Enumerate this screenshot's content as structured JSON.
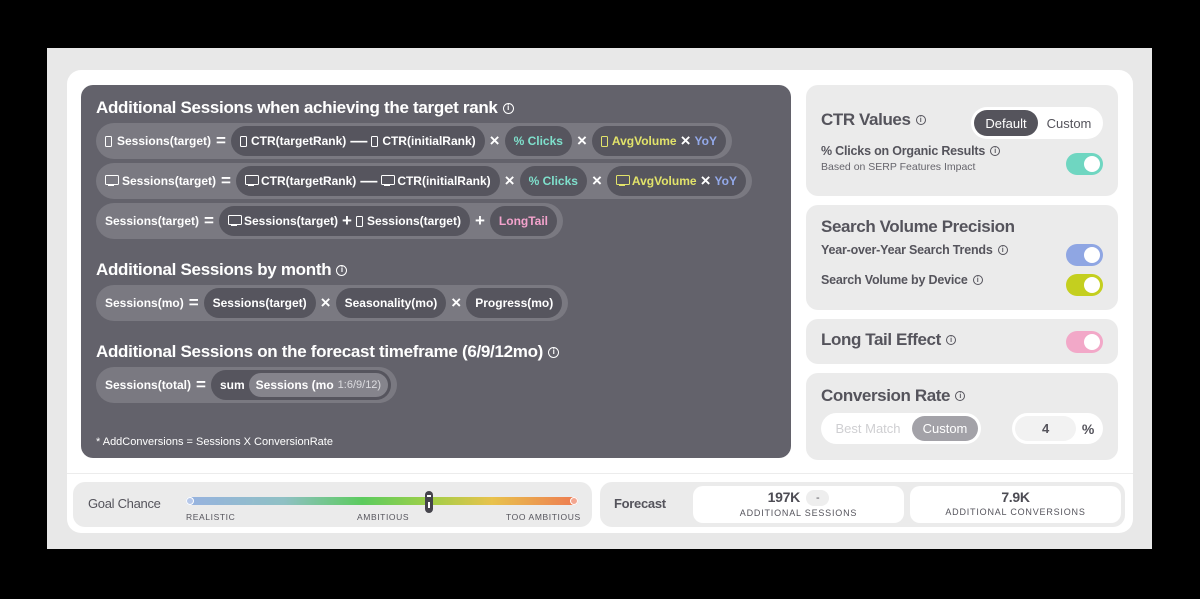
{
  "formula": {
    "section1": {
      "title": "Additional Sessions when achieving the target rank",
      "mobile_row": {
        "lhs": "Sessions(target)",
        "eq": "=",
        "ctr_target": "CTR(targetRank)",
        "minus": "—",
        "ctr_initial": "CTR(initialRank)",
        "times1": "×",
        "clicks": "% Clicks",
        "times2": "×",
        "avg_volume": "AvgVolume",
        "times3": "×",
        "yoy": "YoY"
      },
      "desktop_row": {
        "lhs": "Sessions(target)",
        "eq": "=",
        "ctr_target": "CTR(targetRank)",
        "minus": "—",
        "ctr_initial": "CTR(initialRank)",
        "times1": "×",
        "clicks": "% Clicks",
        "times2": "×",
        "avg_volume": "AvgVolume",
        "times3": "×",
        "yoy": "YoY"
      },
      "total_row": {
        "lhs": "Sessions(target)",
        "eq": "=",
        "desktop_sessions": "Sessions(target)",
        "plus1": "+",
        "mobile_sessions": "Sessions(target)",
        "plus2": "+",
        "long_tail": "LongTail"
      }
    },
    "section2": {
      "title": "Additional Sessions by month",
      "row": {
        "lhs": "Sessions(mo)",
        "eq": "=",
        "sessions": "Sessions(target)",
        "times1": "×",
        "seasonality": "Seasonality(mo)",
        "times2": "×",
        "progress": "Progress(mo)"
      }
    },
    "section3": {
      "title": "Additional Sessions on the forecast timeframe (6/9/12mo)",
      "row": {
        "lhs": "Sessions(total)",
        "eq": "=",
        "sum": "sum",
        "sessions": "Sessions (mo",
        "range": "1:6/9/12)"
      }
    },
    "footnote": "* AddConversions = Sessions X ConversionRate"
  },
  "settings": {
    "ctr": {
      "title": "CTR Values",
      "options": [
        "Default",
        "Custom"
      ],
      "selected": "Default",
      "clicks_label": "% Clicks on Organic Results",
      "clicks_sub": "Based on SERP Features Impact",
      "clicks_toggle_color": "#6fd6c1"
    },
    "volume": {
      "title": "Search Volume Precision",
      "yoy_label": "Year-over-Year Search Trends",
      "yoy_toggle_color": "#8fa6e3",
      "device_label": "Search Volume by Device",
      "device_toggle_color": "#c4cf1f"
    },
    "long_tail": {
      "title": "Long Tail Effect",
      "toggle_color": "#f2a8c8"
    },
    "conversion": {
      "title": "Conversion Rate",
      "options": [
        "Best Match",
        "Custom"
      ],
      "selected": "Custom",
      "value": "4",
      "unit": "%"
    }
  },
  "goal": {
    "label": "Goal Chance",
    "scale": [
      "REALISTIC",
      "AMBITIOUS",
      "TOO AMBITIOUS"
    ]
  },
  "forecast": {
    "label": "Forecast",
    "sessions_value": "197K",
    "sessions_delta": "-",
    "sessions_caption": "ADDITIONAL SESSIONS",
    "conversions_value": "7.9K",
    "conversions_caption": "ADDITIONAL CONVERSIONS"
  }
}
